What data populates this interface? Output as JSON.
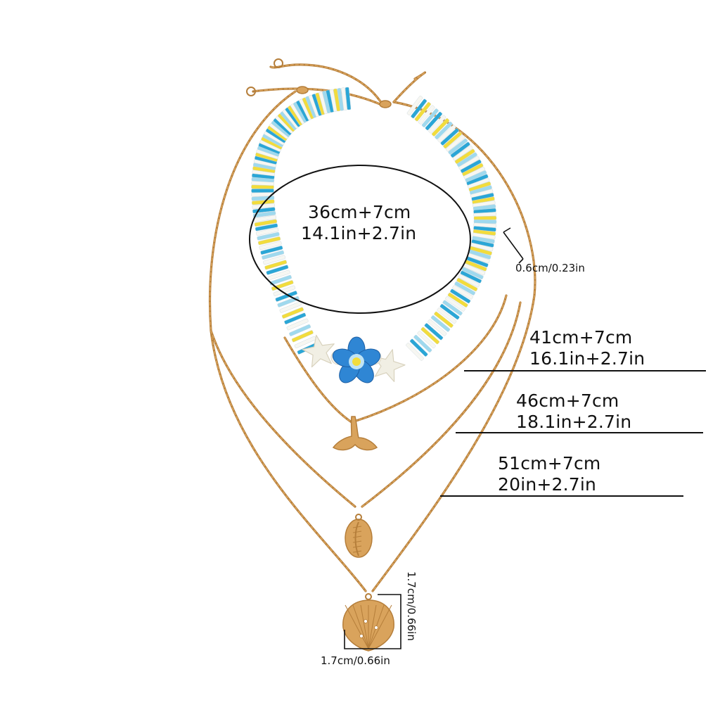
{
  "colors": {
    "gold": "#d9a35c",
    "gold_dark": "#b57e3a",
    "bead_blue": "#2aa6d6",
    "bead_light_blue": "#9fd9ee",
    "bead_yellow": "#f2dc3c",
    "bead_white": "#f7f7f2",
    "flower_blue": "#2f86d4",
    "line": "#111111"
  },
  "labels": {
    "choker_length_cm": "36cm+7cm",
    "choker_length_in": "14.1in+2.7in",
    "bead_width": "0.6cm/0.23in",
    "chain1_cm": "41cm+7cm",
    "chain1_in": "16.1in+2.7in",
    "chain2_cm": "46cm+7cm",
    "chain2_in": "18.1in+2.7in",
    "chain3_cm": "51cm+7cm",
    "chain3_in": "20in+2.7in",
    "pendant_height": "1.7cm/0.66in",
    "pendant_width": "1.7cm/0.66in"
  },
  "pendants": [
    "whale-tail-pendant",
    "cowrie-shell-pendant",
    "scallop-shell-pendant"
  ]
}
